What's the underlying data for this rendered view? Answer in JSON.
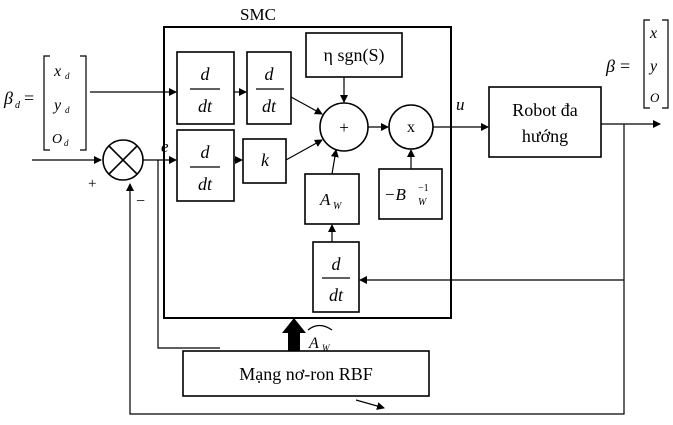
{
  "smc_block": {
    "title": "SMC"
  },
  "inputs": {
    "reference_label": "β",
    "reference_sub": "d",
    "reference_vector": [
      "x",
      "y",
      "O"
    ],
    "reference_vector_sub": "d",
    "equals": "="
  },
  "outputs": {
    "label": "β",
    "equals": "=",
    "vector": [
      "x",
      "y",
      "O"
    ]
  },
  "signals": {
    "error": "e",
    "control": "u",
    "plus_sign": "+",
    "minus_sign": "−",
    "aw_hat": "A",
    "aw_hat_sub": "W"
  },
  "blocks": {
    "derivative": {
      "numerator": "d",
      "denominator": "dt"
    },
    "gain_k": "k",
    "sign_term": "η sgn(S)",
    "sum_node": "+",
    "mult_node": "x",
    "aw_block": "A",
    "aw_sub": "W",
    "bw_inv_block": "−B",
    "bw_inv_sub": "W",
    "bw_inv_sup": "−1",
    "robot_line1": "Robot đa",
    "robot_line2": "hướng",
    "rbf_network": "Mạng nơ-ron RBF"
  }
}
